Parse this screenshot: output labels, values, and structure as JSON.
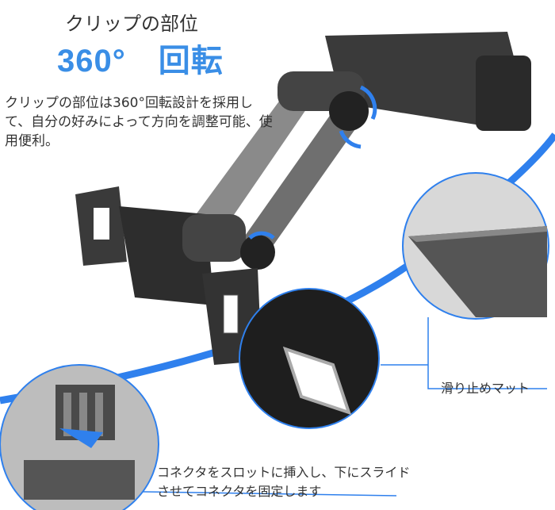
{
  "title": "クリップの部位",
  "headline": "360°　回転",
  "description": "クリップの部位は360°回転設計を採用して、自分の好みによって方向を調整可能、使用便利。",
  "callouts": {
    "anti_slip_mat": "滑り止めマット",
    "connector": "コネクタをスロットに挿入し、下にスライドさせてコネクタを固定します"
  },
  "colors": {
    "accent": "#3a8ee6",
    "line": "#2f80ed",
    "product": "#2b2b2b"
  }
}
